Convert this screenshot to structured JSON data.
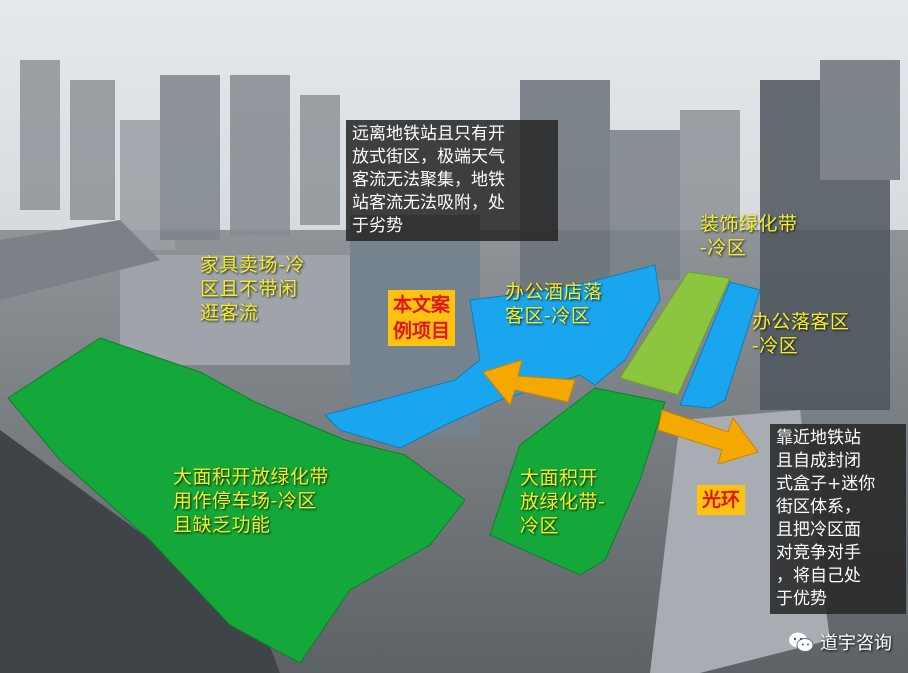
{
  "colors": {
    "green_zone": "#14a83a",
    "blue_zone": "#1aa6ee",
    "light_green_zone": "#8cc63f",
    "arrow": "#f5a800",
    "label_text": "#f5ee2a",
    "tag_bg": "#ffc20e",
    "tag_text": "#e0161d",
    "note_bg": "#282828"
  },
  "labels": {
    "furniture_mall": "家具卖场-冷\n区且不带闲\n逛客流",
    "office_hotel": "办公酒店落\n客区-冷区",
    "decor_green": "装饰绿化带\n-冷区",
    "office_dropoff": "办公落客区\n-冷区",
    "big_green_left": "大面积开放绿化带\n用作停车场-冷区\n且缺乏功能",
    "big_green_right": "大面积开\n放绿化带-\n冷区"
  },
  "tags": {
    "project": "本文案\n例项目",
    "guanghuan": "光环"
  },
  "notes": {
    "top": "远离地铁站且只有开\n放式街区，极端天气\n客流无法聚集，地铁\n站客流无法吸附，处\n于劣势",
    "right": "靠近地铁站\n且自成封闭\n式盒子+迷你\n街区体系，\n且把冷区面\n对竞争对手\n，将自己处\n于优势"
  },
  "watermark": {
    "icon": "wechat-icon",
    "text": "道宇咨询"
  }
}
